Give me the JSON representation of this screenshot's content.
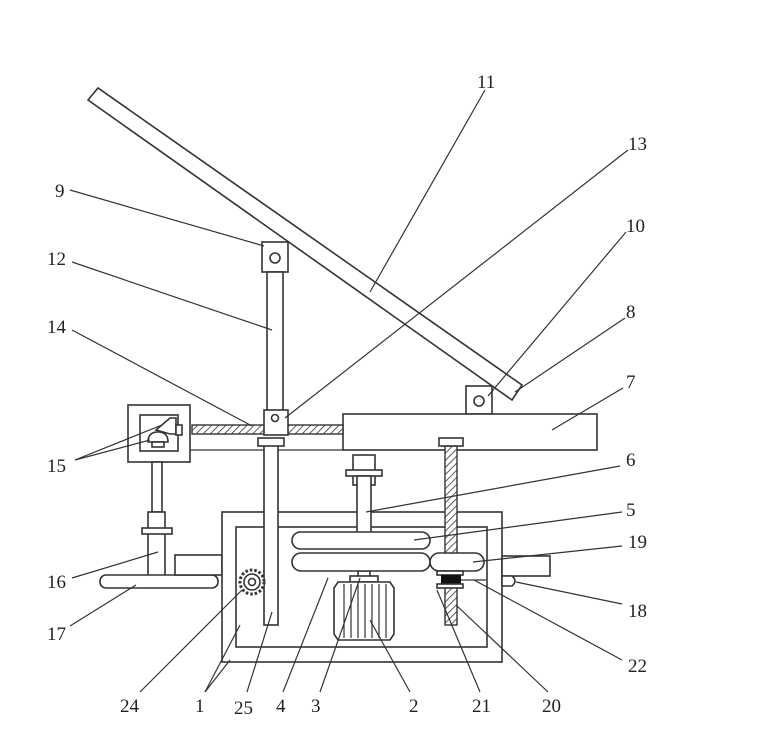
{
  "labels": {
    "l1": "1",
    "l2": "2",
    "l3": "3",
    "l4": "4",
    "l5": "5",
    "l6": "6",
    "l7": "7",
    "l8": "8",
    "l9": "9",
    "l10": "10",
    "l11": "11",
    "l12": "12",
    "l13": "13",
    "l14": "14",
    "l15": "15",
    "l16": "16",
    "l17": "17",
    "l18": "18",
    "l19": "19",
    "l20": "20",
    "l21": "21",
    "l22": "22",
    "l24": "24",
    "l25": "25"
  }
}
